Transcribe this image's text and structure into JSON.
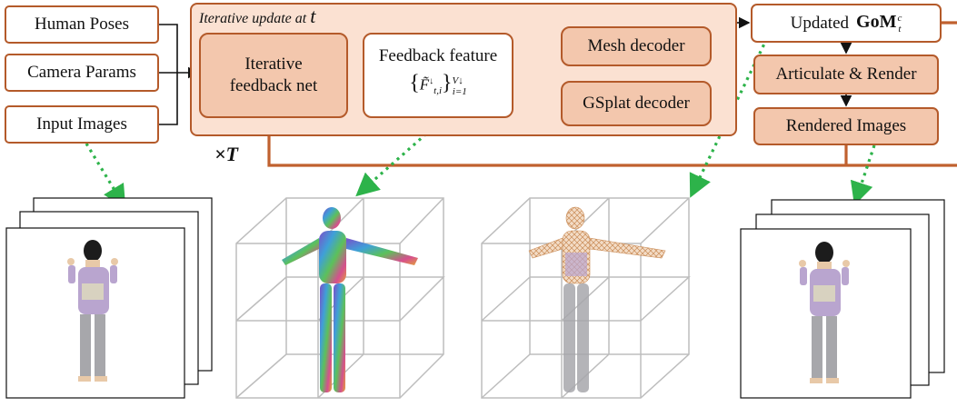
{
  "inputs": {
    "human_poses": "Human Poses",
    "camera_params": "Camera Params",
    "input_images": "Input Images"
  },
  "iterative_update": {
    "title_prefix": "Iterative update at",
    "title_var": "t",
    "feedback_net": "Iterative feedback net",
    "feedback_feature_label": "Feedback feature",
    "feedback_feature_math": "{F̃↓t,i} i=1 V↓",
    "mesh_decoder": "Mesh decoder",
    "gsplat_decoder": "GSplat decoder",
    "iterations": "×T"
  },
  "outputs": {
    "updated_prefix": "Updated",
    "updated_symbol": "GoM",
    "updated_sup": "c",
    "updated_sub": "t",
    "articulate_render": "Articulate & Render",
    "rendered_images": "Rendered Images"
  },
  "colors": {
    "box_border": "#b45a2a",
    "box_fill_dark": "#f3c7ad",
    "panel_fill": "#fbe1d2",
    "feedback_arrow": "#c0612f",
    "dotted_arrow": "#2db34a"
  },
  "illustrations": [
    "input-images-stack",
    "textured-avatar-in-grid-cube",
    "mesh-avatar-in-grid-cube",
    "rendered-images-stack"
  ]
}
